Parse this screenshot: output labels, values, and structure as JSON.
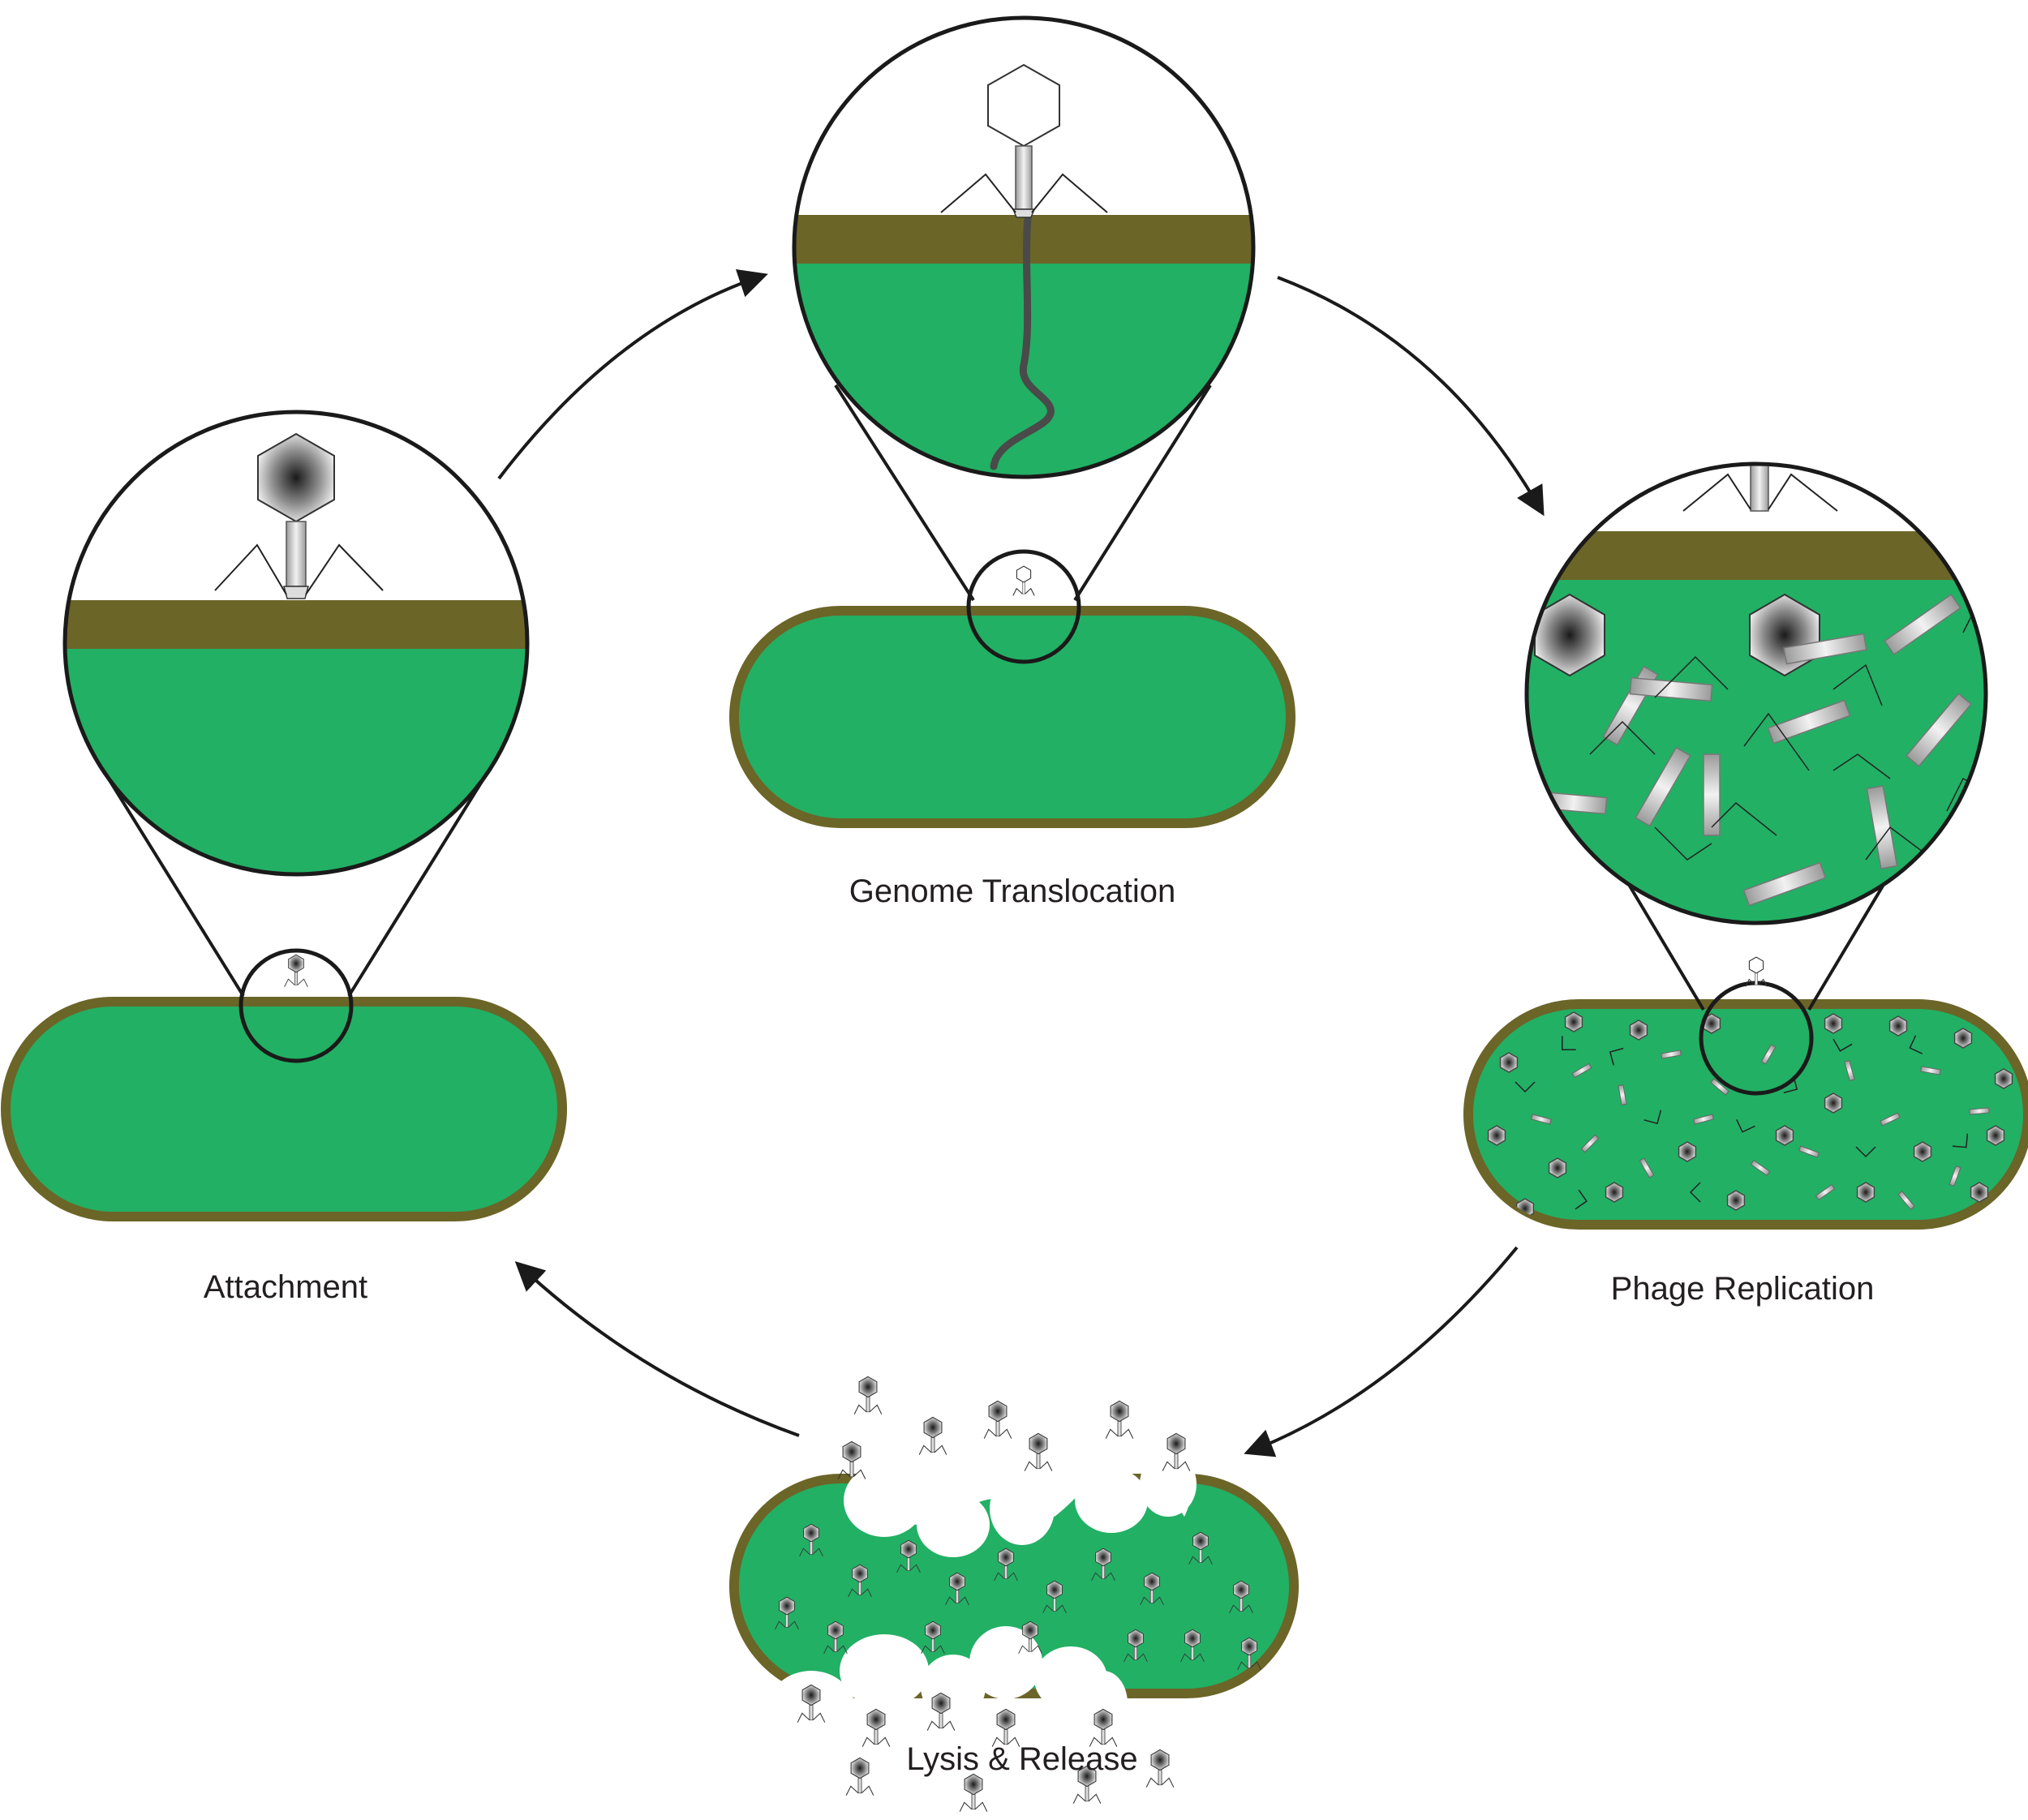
{
  "colors": {
    "cell_fill": "#22b064",
    "cell_wall": "#6b6528",
    "membrane_band": "#6b6528",
    "outline": "#1a1a1a",
    "background": "#ffffff",
    "phage_gray": "#bdbdbd"
  },
  "stages": {
    "attachment": {
      "label": "Attachment"
    },
    "translocation": {
      "label": "Genome Translocation"
    },
    "replication": {
      "label": "Phage Replication"
    },
    "lysis": {
      "label": "Lysis & Release"
    }
  },
  "icons": [
    "phage-icon",
    "capsid-icon",
    "tail-fiber-icon",
    "dna-strand-icon",
    "arrow-icon"
  ]
}
